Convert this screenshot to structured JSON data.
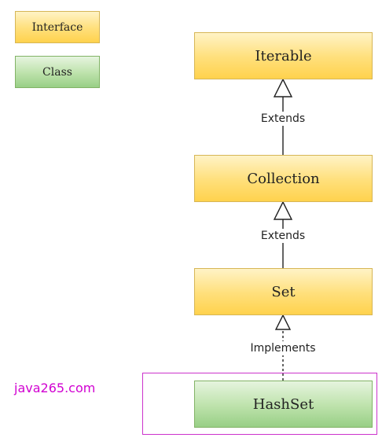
{
  "legend": {
    "interface_label": "Interface",
    "class_label": "Class"
  },
  "nodes": {
    "iterable": "Iterable",
    "collection": "Collection",
    "set": "Set",
    "hashset": "HashSet"
  },
  "relations": {
    "collection_to_iterable": "Extends",
    "set_to_collection": "Extends",
    "hashset_to_set": "Implements"
  },
  "watermark": "java265.com",
  "colors": {
    "interface_fill": "#ffe07d",
    "interface_border": "#d6b656",
    "class_fill": "#bfe3ad",
    "class_border": "#82b366",
    "highlight": "#cc33cc",
    "watermark": "#d100d1",
    "line": "#222222"
  }
}
